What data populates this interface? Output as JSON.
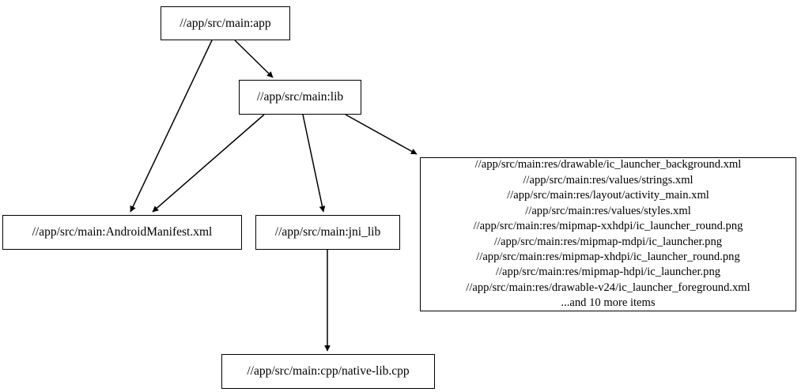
{
  "graph": {
    "type": "directed-dependency-graph",
    "background_color": "#ffffff",
    "node_border_color": "#000000",
    "node_fill_color": "#ffffff",
    "edge_color": "#000000",
    "nodes": [
      {
        "id": "app",
        "label": "//app/src/main:app"
      },
      {
        "id": "lib",
        "label": "//app/src/main:lib"
      },
      {
        "id": "manifest",
        "label": "//app/src/main:AndroidManifest.xml"
      },
      {
        "id": "jni",
        "label": "//app/src/main:jni_lib"
      },
      {
        "id": "cpp",
        "label": "//app/src/main:cpp/native-lib.cpp"
      },
      {
        "id": "res",
        "lines": [
          "//app/src/main:res/drawable/ic_launcher_background.xml",
          "//app/src/main:res/values/strings.xml",
          "//app/src/main:res/layout/activity_main.xml",
          "//app/src/main:res/values/styles.xml",
          "//app/src/main:res/mipmap-xxhdpi/ic_launcher_round.png",
          "//app/src/main:res/mipmap-mdpi/ic_launcher.png",
          "//app/src/main:res/mipmap-xhdpi/ic_launcher_round.png",
          "//app/src/main:res/mipmap-hdpi/ic_launcher.png",
          "//app/src/main:res/drawable-v24/ic_launcher_foreground.xml",
          "...and 10 more items"
        ]
      }
    ],
    "edges": [
      {
        "from": "app",
        "to": "lib"
      },
      {
        "from": "app",
        "to": "manifest"
      },
      {
        "from": "lib",
        "to": "manifest"
      },
      {
        "from": "lib",
        "to": "jni"
      },
      {
        "from": "lib",
        "to": "res"
      },
      {
        "from": "jni",
        "to": "cpp"
      }
    ]
  }
}
